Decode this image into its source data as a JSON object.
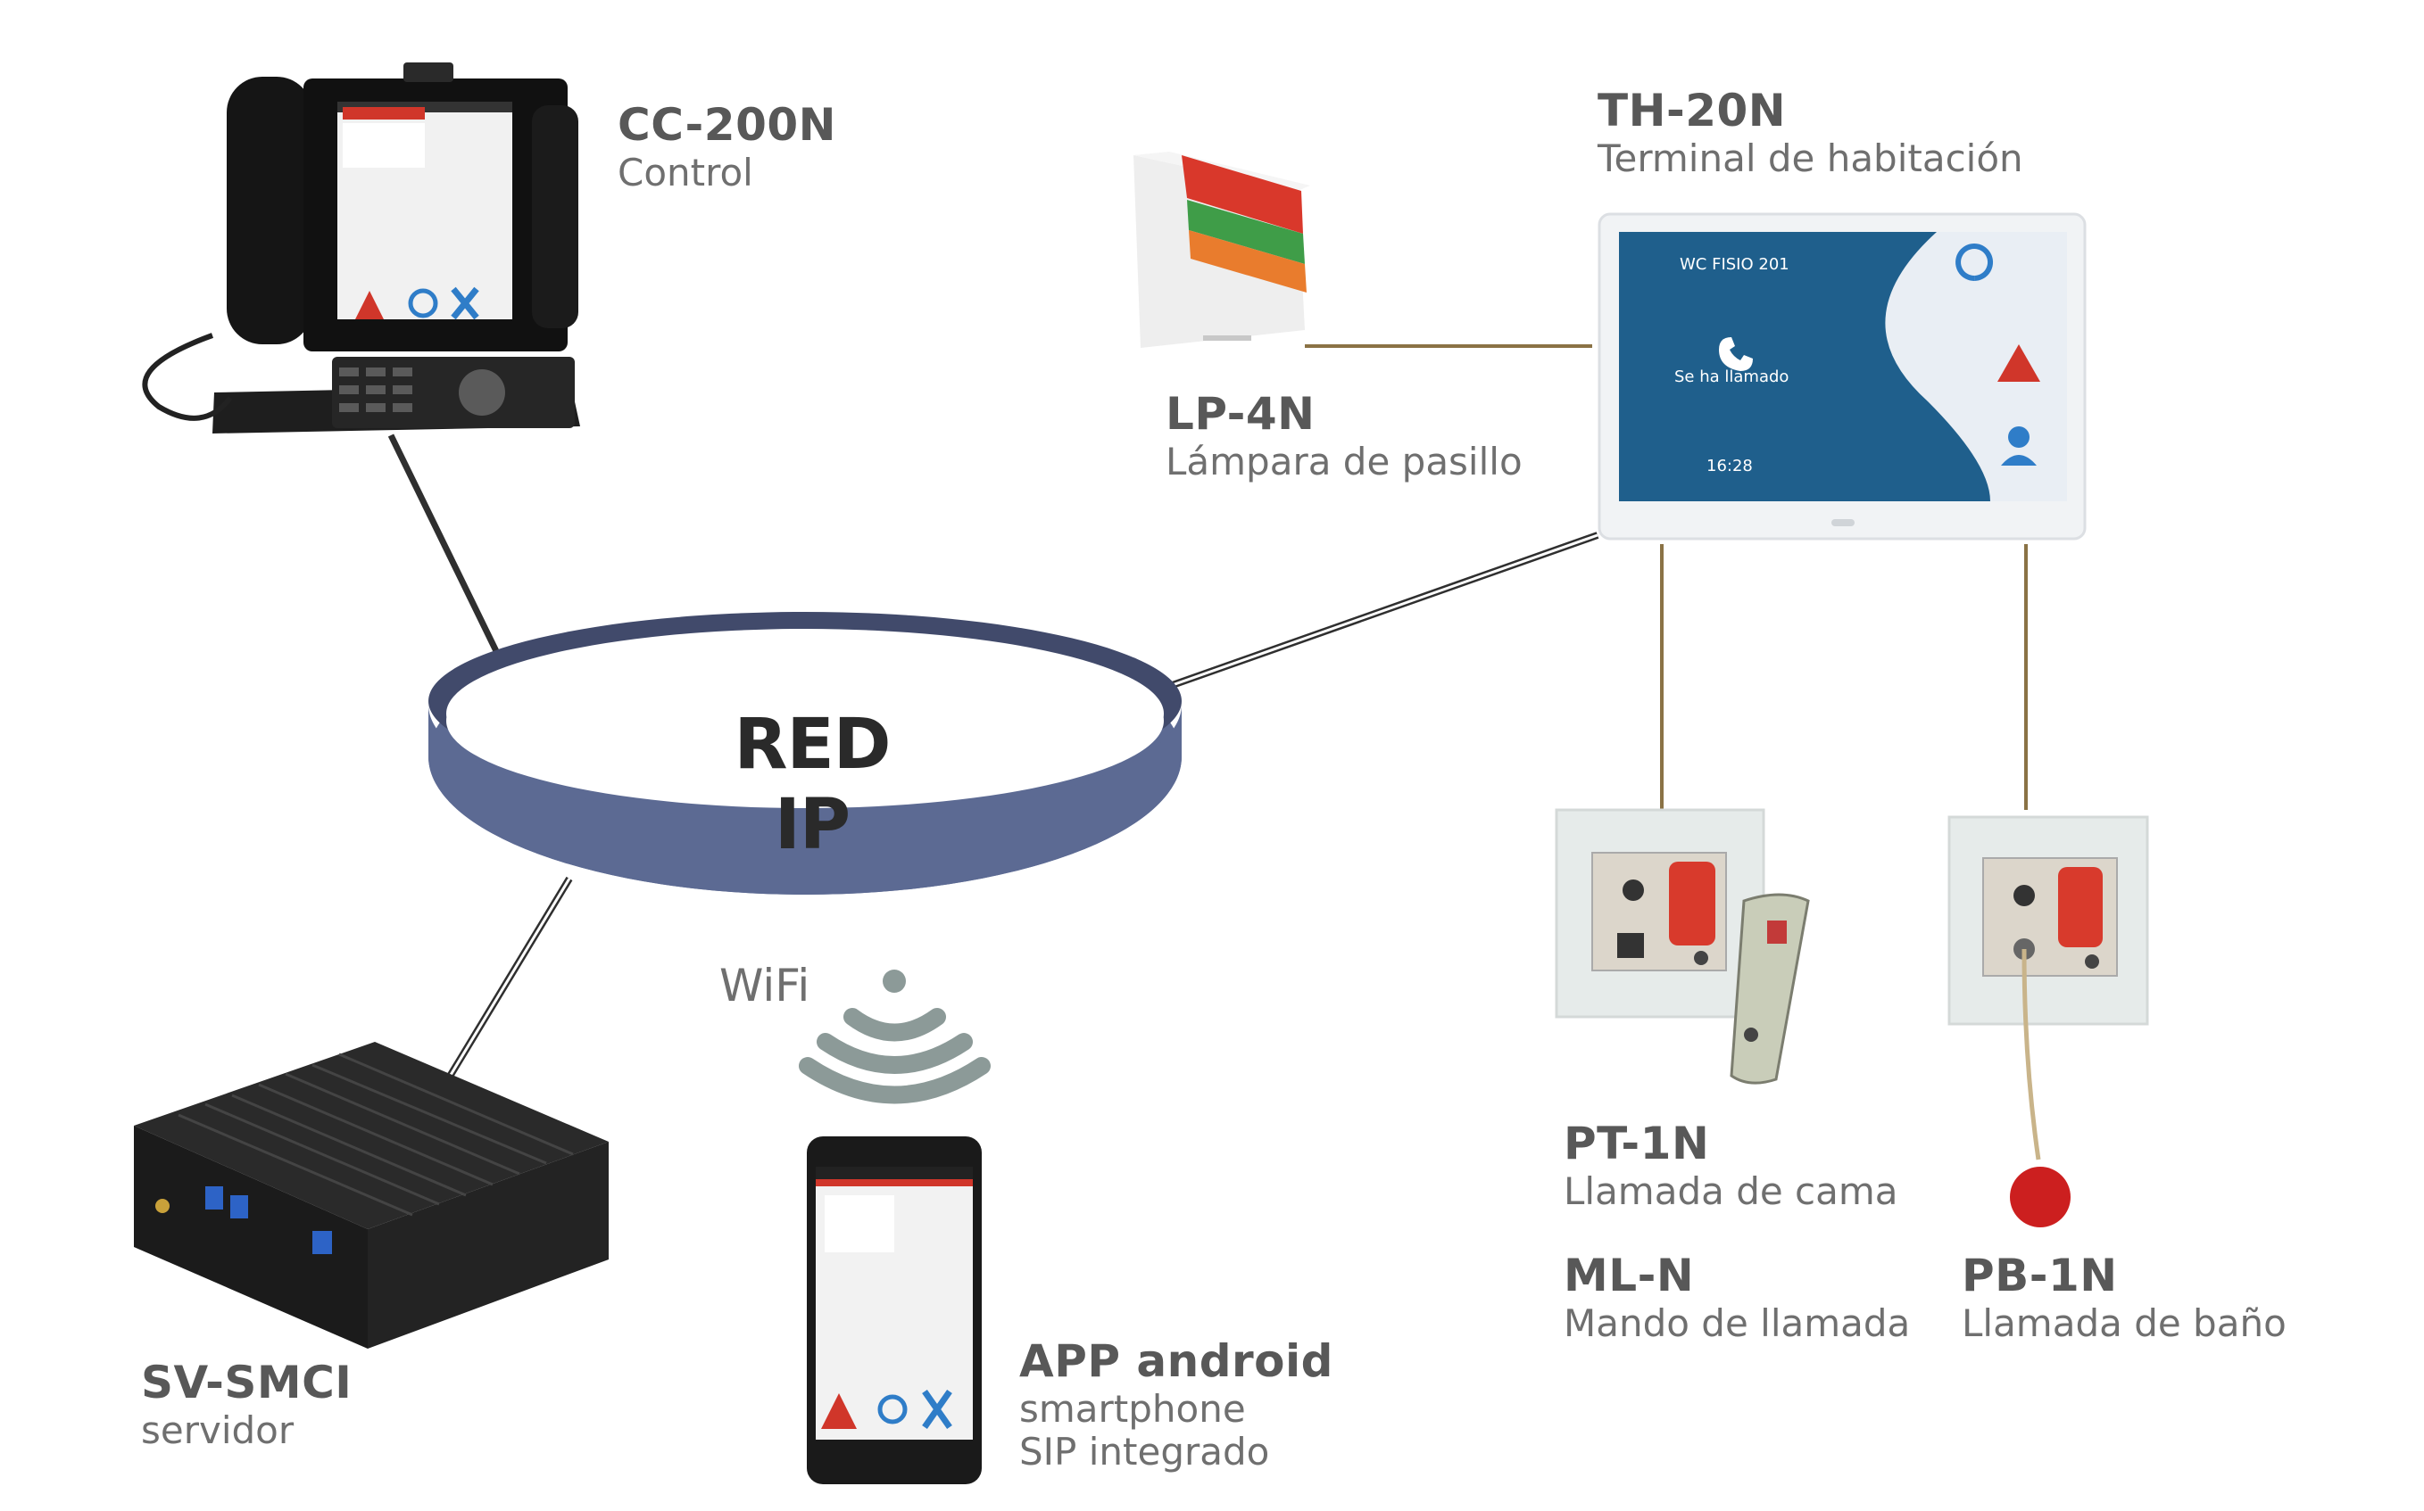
{
  "network": {
    "label": "RED IP",
    "wifi_label": "WiFi"
  },
  "devices": [
    {
      "id": "cc200n",
      "code": "CC-200N",
      "lines": [
        "Control"
      ]
    },
    {
      "id": "th20n",
      "code": "TH-20N",
      "lines": [
        "Terminal de habitación"
      ]
    },
    {
      "id": "lp4n",
      "code": "LP-4N",
      "lines": [
        "Lámpara de pasillo"
      ]
    },
    {
      "id": "pt1n",
      "code": "PT-1N",
      "lines": [
        "Llamada de cama"
      ]
    },
    {
      "id": "mln",
      "code": "ML-N",
      "lines": [
        "Mando de llamada"
      ]
    },
    {
      "id": "pb1n",
      "code": "PB-1N",
      "lines": [
        "Llamada de baño"
      ]
    },
    {
      "id": "svsmci",
      "code": "SV-SMCI",
      "lines": [
        "servidor"
      ]
    },
    {
      "id": "app",
      "code": "APP android",
      "lines": [
        "smartphone",
        "SIP integrado"
      ]
    }
  ],
  "terminal_screen": {
    "room": "WC FISIO 201",
    "status": "Se ha llamado",
    "time": "16:28"
  },
  "colors": {
    "ring": "#5c6a93",
    "ring_inner": "#414a6b",
    "link_dark": "#3a3a3a",
    "link_brown": "#8a7245",
    "wifi": "#8c9a98",
    "alert": "#d0362a",
    "call_blue": "#2f7dc8"
  }
}
